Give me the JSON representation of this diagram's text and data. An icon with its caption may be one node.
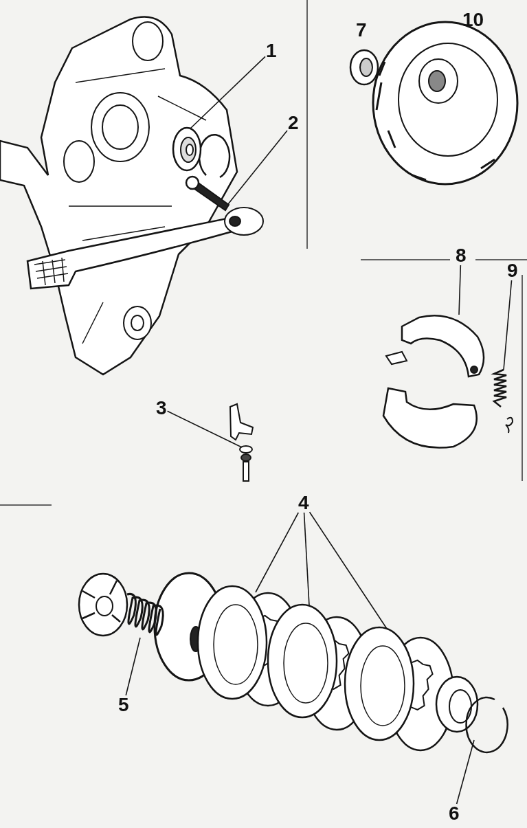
{
  "diagram": {
    "nodes": [
      {
        "text": [
          "1"
        ]
      },
      {
        "text": [],
        "shape": "picture"
      },
      {
        "text": [
          "2"
        ]
      },
      {
        "text": [],
        "shape": "picture"
      },
      {
        "text": [
          "3"
        ]
      },
      {
        "text": [],
        "shape": "picture"
      },
      {
        "text": [
          "4"
        ]
      },
      {
        "text": [],
        "shape": "picture"
      },
      {
        "text": [],
        "shape": "picture"
      },
      {
        "text": [],
        "shape": "picture"
      },
      {
        "text": [
          "5"
        ]
      },
      {
        "text": [],
        "shape": "picture"
      },
      {
        "text": [
          "6"
        ]
      },
      {
        "text": [],
        "shape": "picture"
      },
      {
        "text": [
          "8"
        ]
      },
      {
        "text": [],
        "shape": "picture"
      },
      {
        "text": [
          "9"
        ]
      },
      {
        "text": [],
        "shape": "picture"
      }
    ],
    "edges": [
      {
        "from": 0,
        "to": 1,
        "arrow": "none"
      },
      {
        "from": 2,
        "to": 3,
        "arrow": "none"
      },
      {
        "from": 4,
        "to": 5,
        "arrow": "none"
      },
      {
        "from": 6,
        "to": 7,
        "arrow": "none"
      },
      {
        "from": 6,
        "to": 8,
        "arrow": "none"
      },
      {
        "from": 6,
        "to": 9,
        "arrow": "none"
      },
      {
        "from": 10,
        "to": 11,
        "arrow": "none"
      },
      {
        "from": 12,
        "to": 13,
        "arrow": "none"
      },
      {
        "from": 14,
        "to": 15,
        "arrow": "none"
      },
      {
        "from": 16,
        "to": 17,
        "arrow": "none"
      }
    ],
    "labels": [
      "7",
      "10"
    ]
  }
}
